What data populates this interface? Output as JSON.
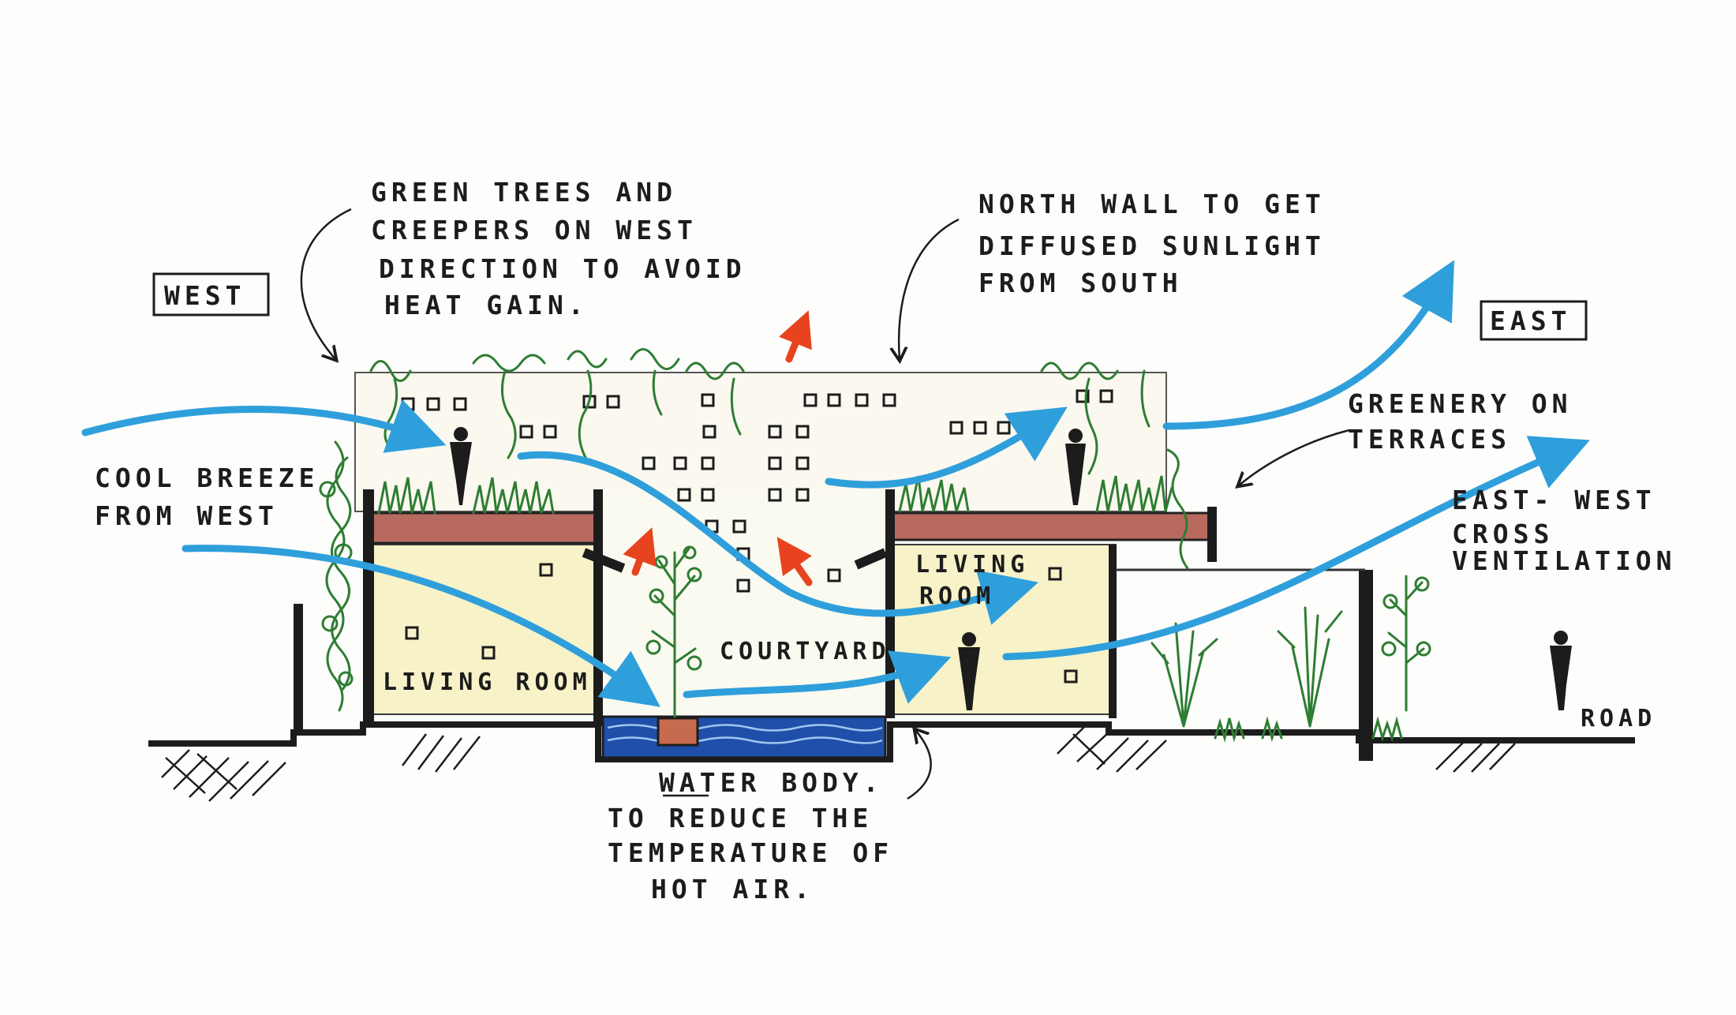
{
  "orientation": {
    "west": "WEST",
    "east": "EAST"
  },
  "annotations": {
    "green_trees": [
      "GREEN TREES AND",
      "CREEPERS ON WEST",
      "DIRECTION TO AVOID",
      "HEAT GAIN."
    ],
    "north_wall": [
      "NORTH WALL TO GET",
      "DIFFUSED SUNLIGHT",
      "FROM SOUTH"
    ],
    "cool_breeze": [
      "COOL BREEZE",
      "FROM WEST"
    ],
    "greenery_terraces": [
      "GREENERY ON",
      "TERRACES"
    ],
    "cross_ventilation": [
      "EAST- WEST",
      "CROSS",
      "VENTILATION"
    ],
    "water_body": [
      "WATER BODY.",
      "TO REDUCE THE",
      "TEMPERATURE OF",
      "HOT AIR."
    ]
  },
  "spaces": {
    "living_room_west": "LIVING ROOM",
    "courtyard": "COURTYARD",
    "living_room_east": [
      "LIVING",
      "ROOM"
    ],
    "road": "ROAD"
  },
  "colors": {
    "ink": "#1c1c1c",
    "airflow": "#2f9fdc",
    "hot_air": "#e8431f",
    "greenery": "#2e7d32",
    "slab": "#b86a5e",
    "interior": "#f7f2c8",
    "water": "#1f4fa8"
  }
}
